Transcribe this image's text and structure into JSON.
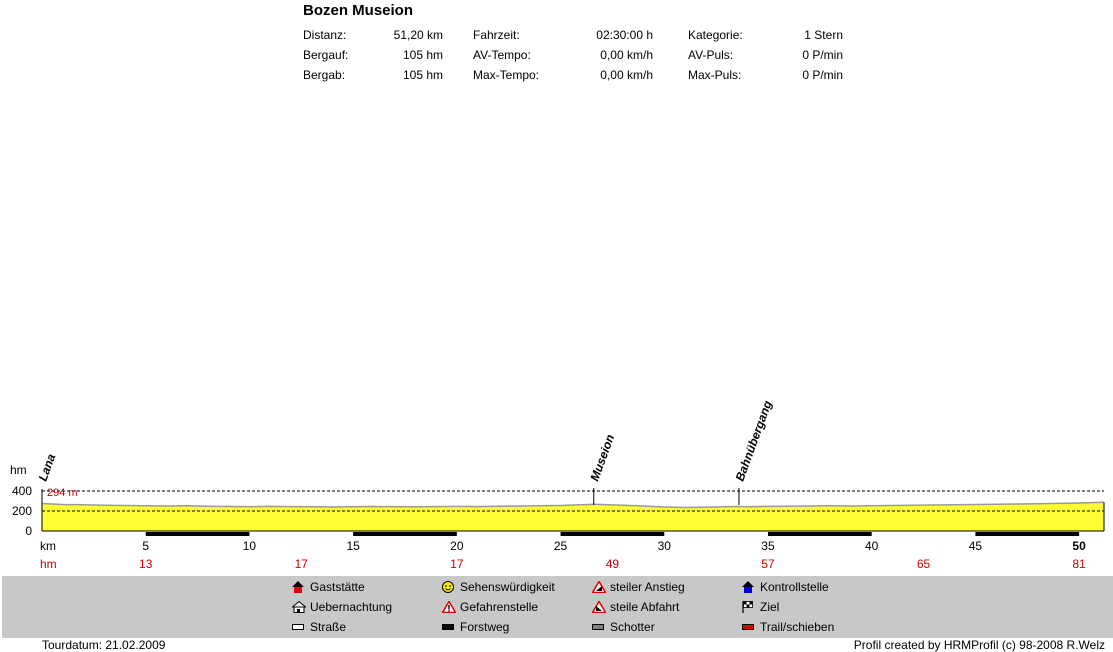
{
  "title": "Bozen Museion",
  "stats": {
    "col1": [
      {
        "label": "Distanz:",
        "value": "51,20 km"
      },
      {
        "label": "Bergauf:",
        "value": "105 hm"
      },
      {
        "label": "Bergab:",
        "value": "105 hm"
      }
    ],
    "col2": [
      {
        "label": "Fahrzeit:",
        "value": "02:30:00 h"
      },
      {
        "label": "AV-Tempo:",
        "value": "0,00 km/h"
      },
      {
        "label": "Max-Tempo:",
        "value": "0,00 km/h"
      }
    ],
    "col3": [
      {
        "label": "Kategorie:",
        "value": "1 Stern"
      },
      {
        "label": "AV-Puls:",
        "value": "0 P/min"
      },
      {
        "label": "Max-Puls:",
        "value": "0 P/min"
      }
    ]
  },
  "chart_data": {
    "type": "area",
    "ylabel": "hm",
    "xlabel": "km",
    "row2_label": "hm",
    "xlim": [
      0,
      51.2
    ],
    "ylim": [
      0,
      400
    ],
    "yticks": [
      0,
      200,
      400
    ],
    "xticks": [
      5,
      10,
      15,
      20,
      25,
      30,
      35,
      40,
      45,
      50
    ],
    "start_elevation_label": "294 m",
    "colors": {
      "fill": "#ffff33",
      "outline": "#999999",
      "axis": "#000000",
      "red": "#cc0000"
    },
    "profile": [
      {
        "x": 0,
        "y": 275
      },
      {
        "x": 1,
        "y": 265
      },
      {
        "x": 2,
        "y": 262
      },
      {
        "x": 3,
        "y": 258
      },
      {
        "x": 4,
        "y": 255
      },
      {
        "x": 5,
        "y": 253
      },
      {
        "x": 6,
        "y": 250
      },
      {
        "x": 7,
        "y": 252
      },
      {
        "x": 8,
        "y": 248
      },
      {
        "x": 9,
        "y": 245
      },
      {
        "x": 10,
        "y": 243
      },
      {
        "x": 11,
        "y": 246
      },
      {
        "x": 12,
        "y": 244
      },
      {
        "x": 13,
        "y": 242
      },
      {
        "x": 14,
        "y": 240
      },
      {
        "x": 15,
        "y": 242
      },
      {
        "x": 16,
        "y": 245
      },
      {
        "x": 17,
        "y": 243
      },
      {
        "x": 18,
        "y": 241
      },
      {
        "x": 19,
        "y": 244
      },
      {
        "x": 20,
        "y": 246
      },
      {
        "x": 21,
        "y": 244
      },
      {
        "x": 22,
        "y": 247
      },
      {
        "x": 23,
        "y": 250
      },
      {
        "x": 24,
        "y": 252
      },
      {
        "x": 25,
        "y": 255
      },
      {
        "x": 26,
        "y": 262
      },
      {
        "x": 26.6,
        "y": 268
      },
      {
        "x": 27,
        "y": 265
      },
      {
        "x": 28,
        "y": 258
      },
      {
        "x": 29,
        "y": 250
      },
      {
        "x": 30,
        "y": 240
      },
      {
        "x": 31,
        "y": 235
      },
      {
        "x": 32,
        "y": 238
      },
      {
        "x": 33,
        "y": 242
      },
      {
        "x": 33.6,
        "y": 245
      },
      {
        "x": 34,
        "y": 243
      },
      {
        "x": 35,
        "y": 246
      },
      {
        "x": 36,
        "y": 248
      },
      {
        "x": 37,
        "y": 250
      },
      {
        "x": 38,
        "y": 252
      },
      {
        "x": 39,
        "y": 250
      },
      {
        "x": 40,
        "y": 253
      },
      {
        "x": 41,
        "y": 255
      },
      {
        "x": 42,
        "y": 258
      },
      {
        "x": 43,
        "y": 260
      },
      {
        "x": 44,
        "y": 262
      },
      {
        "x": 45,
        "y": 265
      },
      {
        "x": 46,
        "y": 268
      },
      {
        "x": 47,
        "y": 270
      },
      {
        "x": 48,
        "y": 273
      },
      {
        "x": 49,
        "y": 276
      },
      {
        "x": 50,
        "y": 280
      },
      {
        "x": 51.2,
        "y": 288
      }
    ],
    "waypoints": [
      {
        "name": "Lana",
        "km": 0
      },
      {
        "name": "Museion",
        "km": 26.6
      },
      {
        "name": "Bahnübergang",
        "km": 33.6
      }
    ],
    "hm_markers": [
      {
        "km": 5,
        "value": "13"
      },
      {
        "km": 12.5,
        "value": "17"
      },
      {
        "km": 20,
        "value": "17"
      },
      {
        "km": 27.5,
        "value": "49"
      },
      {
        "km": 35,
        "value": "57"
      },
      {
        "km": 42.5,
        "value": "65"
      },
      {
        "km": 50,
        "value": "81"
      }
    ],
    "road_segments": [
      {
        "from": 5,
        "to": 10,
        "type": "Forstweg"
      },
      {
        "from": 15,
        "to": 20,
        "type": "Forstweg"
      },
      {
        "from": 25,
        "to": 30,
        "type": "Forstweg"
      },
      {
        "from": 35,
        "to": 40,
        "type": "Forstweg"
      },
      {
        "from": 45,
        "to": 50,
        "type": "Forstweg"
      }
    ]
  },
  "legend": [
    {
      "label": "Gaststätte",
      "icon": "restaurant-icon"
    },
    {
      "label": "Sehenswürdigkeit",
      "icon": "smiley-icon"
    },
    {
      "label": "steiler Anstieg",
      "icon": "steep-climb-icon"
    },
    {
      "label": "Kontrollstelle",
      "icon": "checkpoint-icon"
    },
    {
      "label": "Uebernachtung",
      "icon": "lodging-icon"
    },
    {
      "label": "Gefahrenstelle",
      "icon": "danger-icon"
    },
    {
      "label": "steile Abfahrt",
      "icon": "steep-descent-icon"
    },
    {
      "label": "Ziel",
      "icon": "finish-flag-icon"
    },
    {
      "label": "Straße",
      "icon": "road-swatch-icon"
    },
    {
      "label": "Forstweg",
      "icon": "forest-road-swatch-icon"
    },
    {
      "label": "Schotter",
      "icon": "gravel-swatch-icon"
    },
    {
      "label": "Trail/schieben",
      "icon": "trail-swatch-icon"
    }
  ],
  "footer": {
    "tour_date": "Tourdatum: 21.02.2009",
    "credit": "Profil created by HRMProfil (c) 98-2008 R.Welz"
  }
}
